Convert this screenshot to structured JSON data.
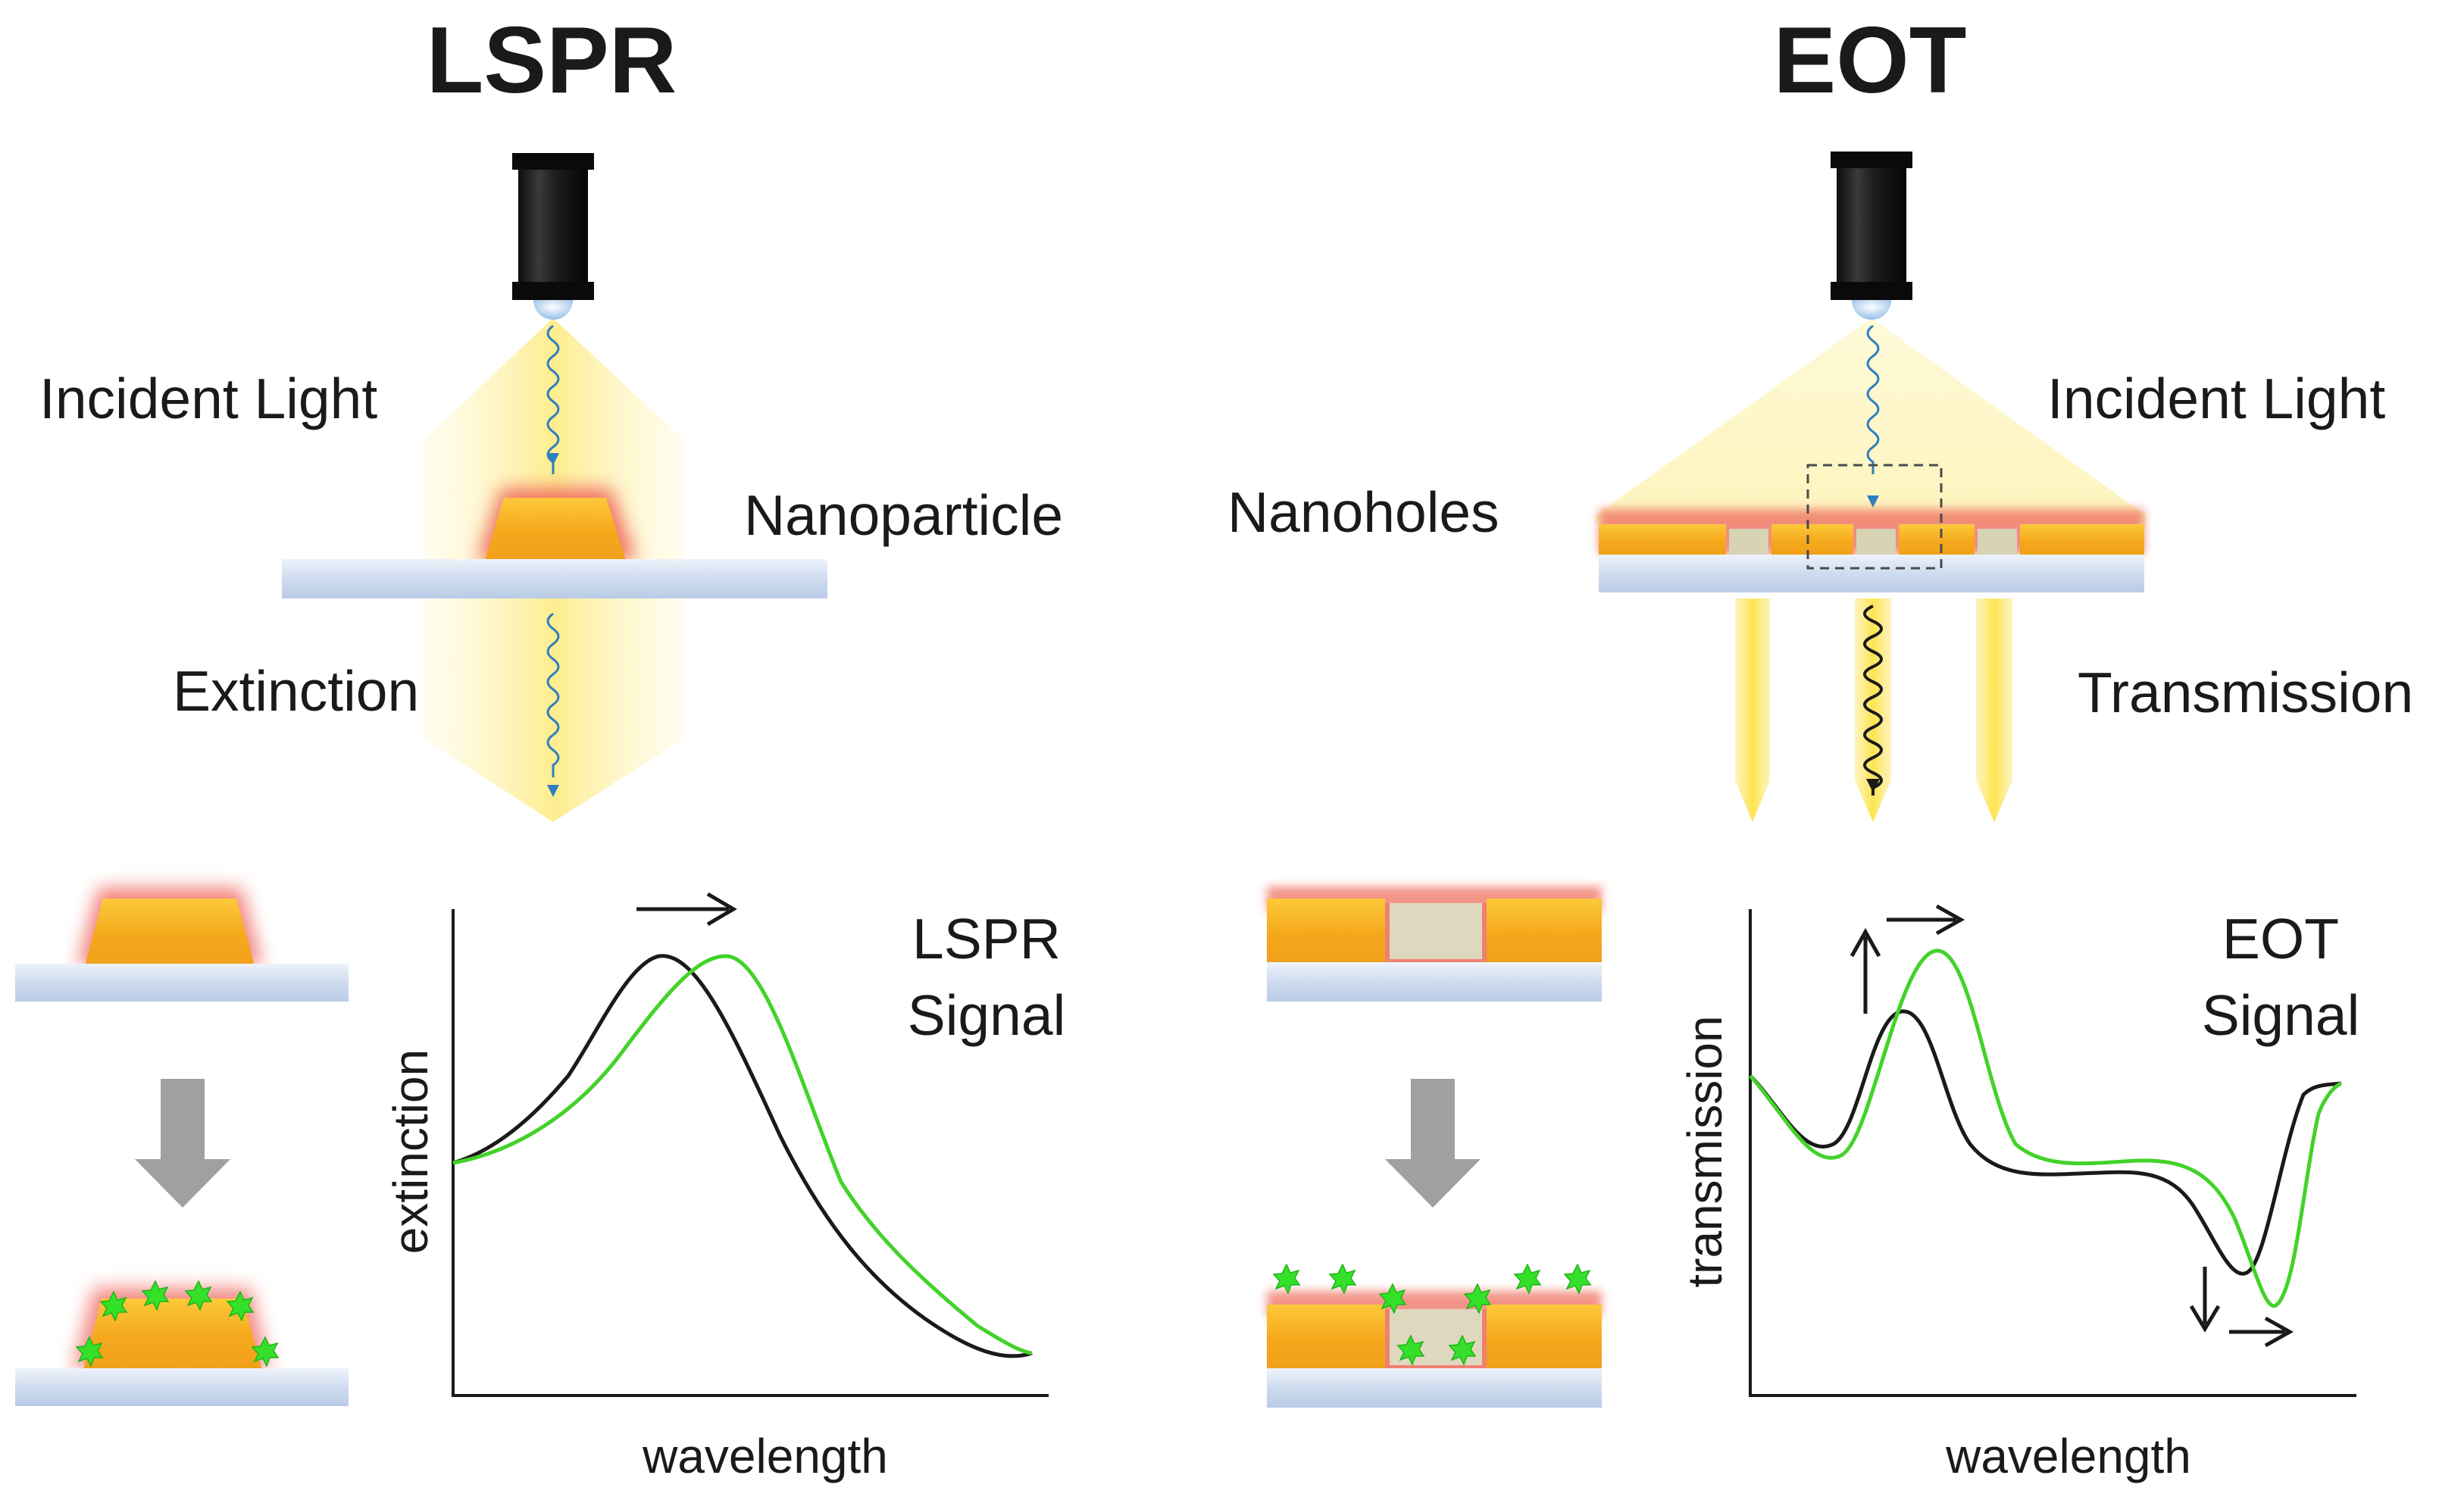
{
  "lspr": {
    "title": "LSPR",
    "incident_light": "Incident Light",
    "nanoparticle": "Nanoparticle",
    "extinction": "Extinction",
    "signal_line1": "LSPR",
    "signal_line2": "Signal",
    "ylabel": "extinction",
    "xlabel": "wavelength"
  },
  "eot": {
    "title": "EOT",
    "incident_light": "Incident Light",
    "nanoholes": "Nanoholes",
    "transmission": "Transmission",
    "signal_line1": "EOT",
    "signal_line2": "Signal",
    "ylabel": "transmission",
    "xlabel": "wavelength"
  },
  "colors": {
    "gold": "#f5b21f",
    "glow": "#f05a55",
    "substrate": "#c9d8ee",
    "molecule": "#35e02a",
    "beam": "#fdf0a8",
    "shifted_curve": "#43d22a",
    "reference_curve": "#1a1a1a",
    "arrow_gray": "#a0a0a0"
  }
}
